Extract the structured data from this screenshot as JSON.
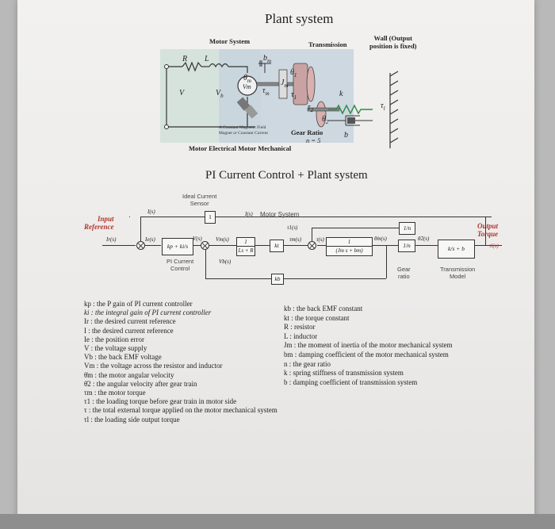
{
  "plant": {
    "title": "Plant system",
    "motor_system": "Motor System",
    "transmission": "Transmission",
    "wall_line1": "Wall (Output",
    "wall_line2": "position is fixed)",
    "sym_R": "R",
    "sym_L": "L",
    "sym_bm": "b",
    "sym_bm_sub": "m",
    "sym_theta1": "θ",
    "sym_theta1_sub": "1",
    "sym_thetam": "θ",
    "sym_thetam_sub": "m",
    "sym_Jm": "J",
    "sym_Jm_sub": "m",
    "sym_taum": "τ",
    "sym_taum_sub": "m",
    "sym_tau1": "τ",
    "sym_tau1_sub": "1",
    "sym_tau2": "τ",
    "sym_tau2_sub": "2",
    "sym_theta2": "θ",
    "sym_theta2_sub": "2",
    "sym_V": "V",
    "sym_Vb": "V",
    "sym_Vb_sub": "b",
    "sym_k": "k",
    "sym_b": "b",
    "sym_taul": "τ",
    "sym_taul_sub": "l",
    "field_line1": "A Constant Magnetic Field",
    "field_line2": "Magnet or Constant Current",
    "gear_ratio": "Gear Ratio",
    "gear_n": "n = 5",
    "motor_elec_mech": "Motor Electrical Motor Mechanical"
  },
  "control": {
    "title": "PI Current Control + Plant system",
    "ideal_sensor_line1": "Ideal Current",
    "ideal_sensor_line2": "Sensor",
    "input_line1": "Input",
    "input_line2": "Reference",
    "output_line1": "Output",
    "output_line2": "Torque",
    "motor_system": "Motor System",
    "pi_line1": "PI Current",
    "pi_line2": "Control",
    "gear_line1": "Gear",
    "gear_line2": "ratio",
    "trans_line1": "Transmission",
    "trans_line2": "Model",
    "blk_sensor": "1",
    "blk_pi": "kp + ki/s",
    "blk_elec_num": "1",
    "blk_elec_den": "Ls + R",
    "blk_kt": "kt",
    "blk_mech_num": "1",
    "blk_mech_den": "(Jm s + bm)",
    "blk_kb": "kb",
    "blk_n_top": "1/n",
    "blk_n_bot": "1/n",
    "blk_trans": "k/s + b",
    "sig_I_top": "I(s)",
    "sig_I_mid": "I(s)",
    "sig_Ir": "Ir(s)",
    "sig_Ie": "Ie(s)",
    "sig_V": "V(s)",
    "sig_Vm": "Vm(s)",
    "sig_Vb": "Vb(s)",
    "sig_tau1": "τ1(s)",
    "sig_taum": "τm(s)",
    "sig_tau": "τ(s)",
    "sig_thetam": "θ̇m(s)",
    "sig_theta2": "θ̇2(s)",
    "sig_taul": "τl(s)"
  },
  "legend_left": [
    "kp : the P gain of PI current controller",
    "ki : the integral gain of PI current controller",
    "Ir : the desired current reference",
    "I : the desired current reference",
    "Ie : the position error",
    "V : the voltage supply",
    "Vb : the back EMF voltage",
    "Vm : the voltage across the resistor and inductor",
    "θ̇m : the motor angular velocity",
    "θ̇2 : the angular velocity after gear train",
    "τm : the motor torque",
    "τ1 : the loading torque before gear train in motor side",
    "τ : the total external torque applied on the motor mechanical system",
    "τl : the loading side output torque"
  ],
  "legend_right": [
    "kb : the back EMF constant",
    "kt : the torque constant",
    "R : resistor",
    "L : inductor",
    "Jm : the moment of inertia of the motor mechanical system",
    "bm : damping coefficient of the motor mechanical system",
    "n : the gear ratio",
    "k : spring stiffness of transmission system",
    "b : damping coefficient of transmission system"
  ]
}
